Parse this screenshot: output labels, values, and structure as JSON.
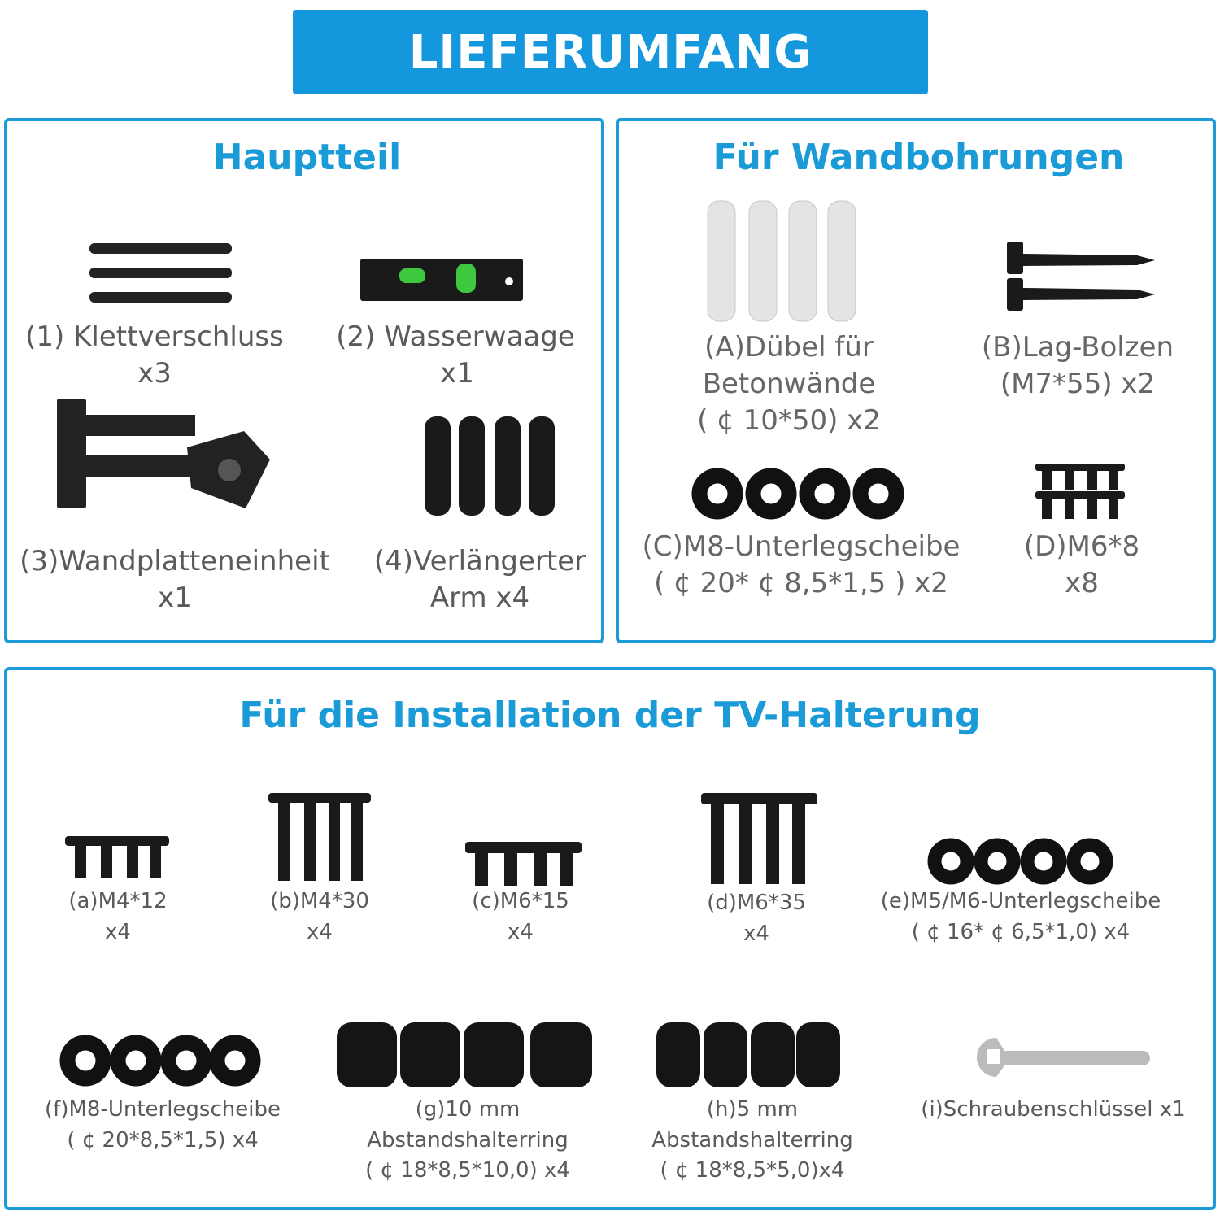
{
  "banner": "LIEFERUMFANG",
  "hauptteil": {
    "title": "Hauptteil",
    "items": [
      {
        "name": "(1) Klettverschluss",
        "qty": "x3"
      },
      {
        "name": "(2) Wasserwaage",
        "qty": "x1"
      },
      {
        "name": "(3)Wandplatteneinheit",
        "qty": "x1"
      },
      {
        "name": "(4)Verlängerter",
        "qty": "Arm x4"
      }
    ]
  },
  "wand": {
    "title": "Für Wandbohrungen",
    "items": [
      {
        "name": "(A)Dübel für",
        "line2": "Betonwände",
        "qty": "( ¢ 10*50) x2"
      },
      {
        "name": "(B)Lag-Bolzen",
        "qty": "(M7*55) x2"
      },
      {
        "name": "(C)M8-Unterlegscheibe",
        "qty": "( ¢ 20* ¢ 8,5*1,5 )  x2"
      },
      {
        "name": "(D)M6*8",
        "qty": "x8"
      }
    ]
  },
  "tv": {
    "title": "Für die Installation der TV-Halterung",
    "items": [
      {
        "name": "(a)M4*12",
        "qty": "x4"
      },
      {
        "name": "(b)M4*30",
        "qty": "x4"
      },
      {
        "name": "(c)M6*15",
        "qty": "x4"
      },
      {
        "name": "(d)M6*35",
        "qty": "x4"
      },
      {
        "name": "(e)M5/M6-Unterlegscheibe",
        "qty": "( ¢ 16* ¢ 6,5*1,0) x4"
      },
      {
        "name": "(f)M8-Unterlegscheibe",
        "qty": "( ¢ 20*8,5*1,5) x4"
      },
      {
        "name": "(g)10 mm",
        "line2": "Abstandshalterring",
        "qty": "( ¢ 18*8,5*10,0) x4"
      },
      {
        "name": "(h)5 mm",
        "line2": "Abstandshalterring",
        "qty": "( ¢ 18*8,5*5,0)x4"
      },
      {
        "name": "(i)Schraubenschlüssel x1"
      }
    ]
  }
}
